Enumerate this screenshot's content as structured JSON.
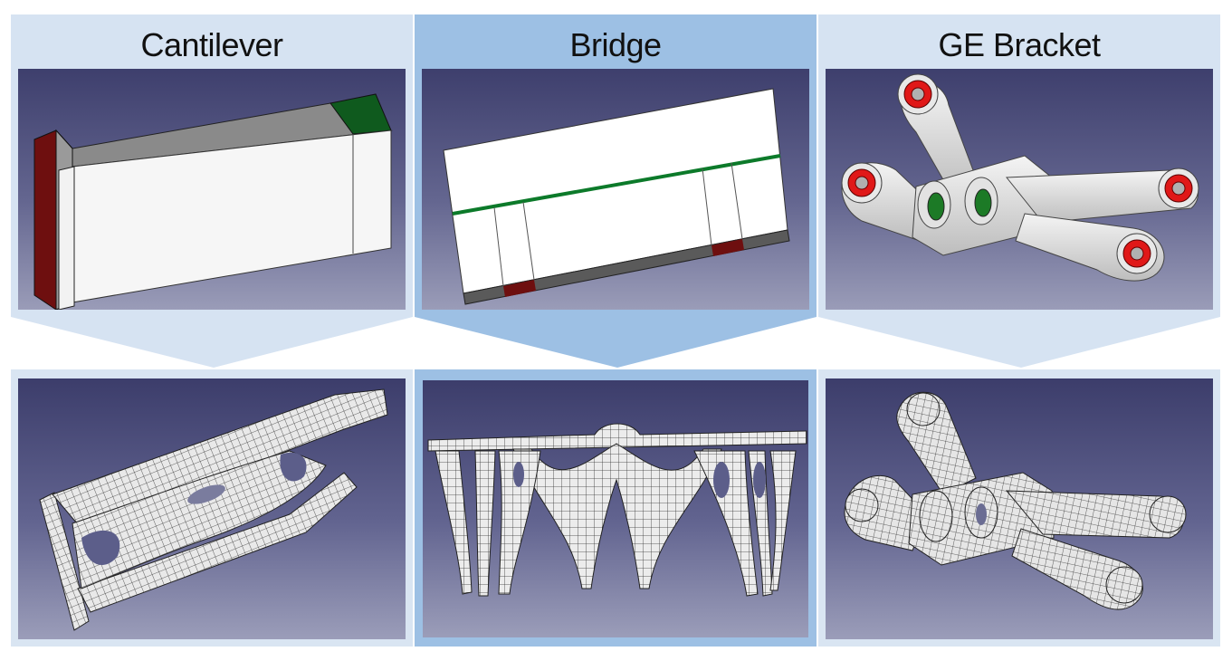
{
  "panels": [
    {
      "title": "Cantilever",
      "state": "design-domain"
    },
    {
      "title": "Bridge",
      "state": "design-domain",
      "highlighted": true
    },
    {
      "title": "GE Bracket",
      "state": "design-domain"
    }
  ],
  "colors": {
    "header_bg": "#d6e3f2",
    "header_bg_active": "#9dc0e4",
    "support_red": "#6e0f0f",
    "load_green": "#0f5a1e",
    "bolt_red": "#e01818",
    "viewport_top": "#3e3f6d",
    "viewport_bottom": "#9a9cb8"
  }
}
